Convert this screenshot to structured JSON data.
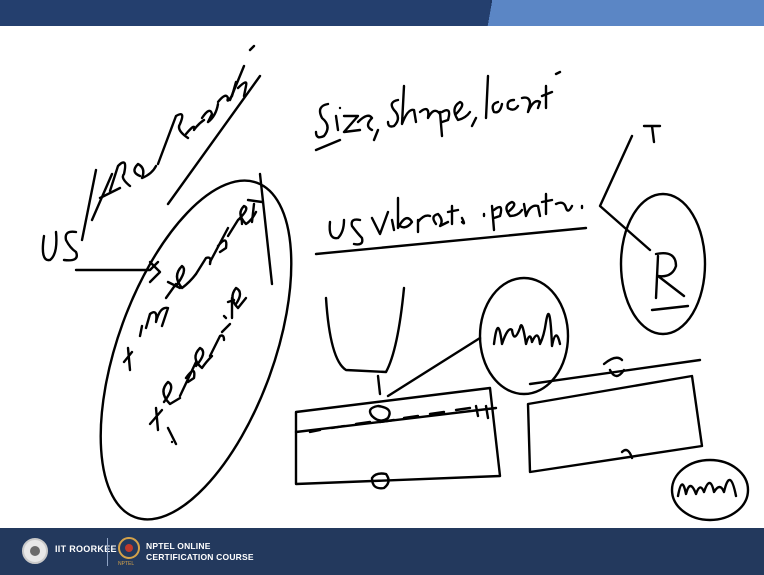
{
  "footer": {
    "institute": "IIT ROORKEE",
    "nptel_mark": "NPTEL",
    "course_line1": "NPTEL ONLINE",
    "course_line2": "CERTIFICATION COURSE"
  },
  "board": {
    "ink_color": "#000000",
    "handwriting": {
      "radiography_note": "+R & Radiography",
      "us_label": "US",
      "size_shape_note": "Size, Shape, location",
      "us_vibration_note": "US vibration · penetrate",
      "interpretation_note": "+ interpretation + Expertise",
      "t_label": "T",
      "r_label": "R"
    }
  },
  "colors": {
    "top_bar": "#1f3864",
    "top_bar_accent": "#5b86c5",
    "footer_bg": "#23395d"
  }
}
